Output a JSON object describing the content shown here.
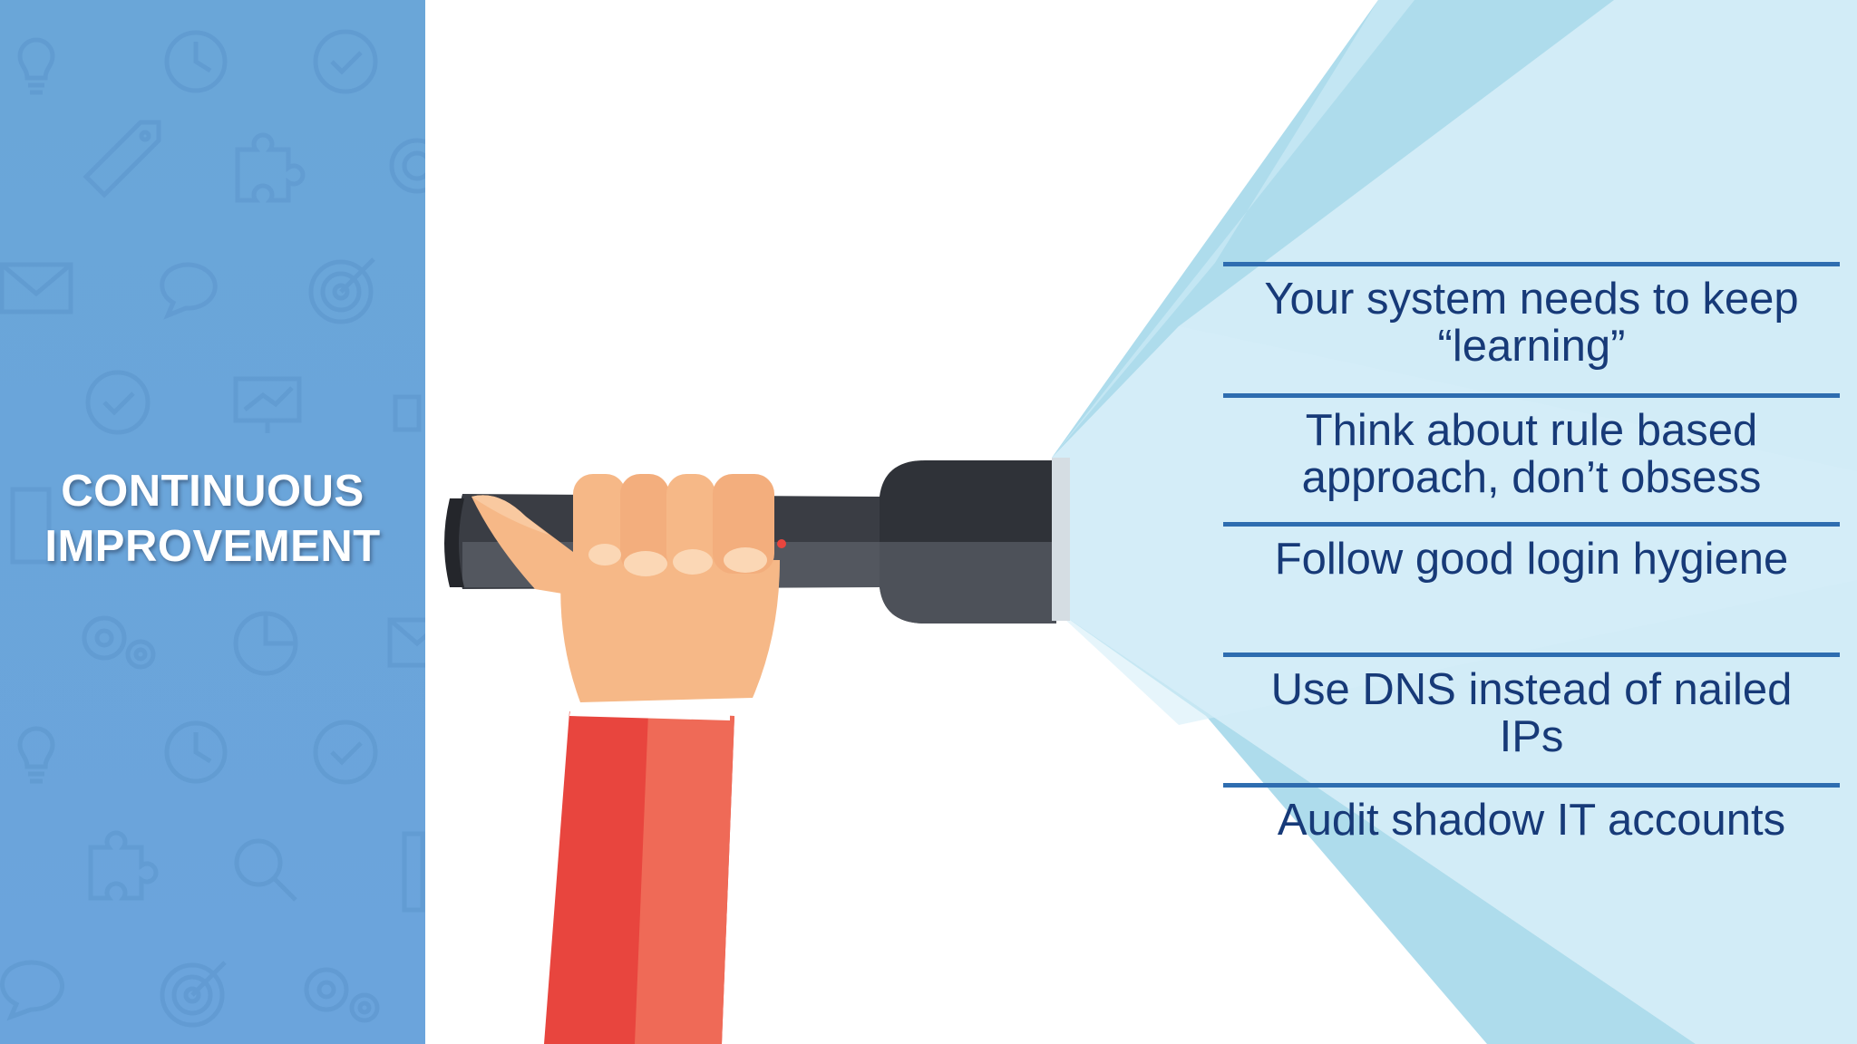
{
  "slide": {
    "title_lines": [
      "CONTINUOUS",
      "IMPROVEMENT"
    ],
    "tips": [
      {
        "lines": [
          "Your system needs to keep",
          "“learning”"
        ]
      },
      {
        "lines": [
          "Think about rule based",
          "approach, don’t obsess"
        ]
      },
      {
        "lines": [
          "Follow good login hygiene"
        ]
      },
      {
        "lines": [
          "Use DNS instead of nailed",
          "IPs"
        ]
      },
      {
        "lines": [
          "Audit shadow IT accounts"
        ]
      }
    ]
  },
  "colors": {
    "side_panel": "#6ba4dc",
    "divider": "#2e6db0",
    "tip_text": "#173a78",
    "beam_light": "#cfe9f5",
    "beam_dark": "#a9d8ea",
    "sleeve": "#e8463f",
    "skin": "#f6b887",
    "flashlight": "#3a3d44"
  },
  "illustration": {
    "subject": "hand-holding-flashlight",
    "background_icons": [
      "lightbulb-icon",
      "clock-icon",
      "check-circle-icon",
      "tag-icon",
      "puzzle-icon",
      "envelope-icon",
      "chat-bubble-icon",
      "target-icon",
      "presentation-chart-icon",
      "gear-icon",
      "pie-chart-icon",
      "magnifier-icon"
    ]
  }
}
